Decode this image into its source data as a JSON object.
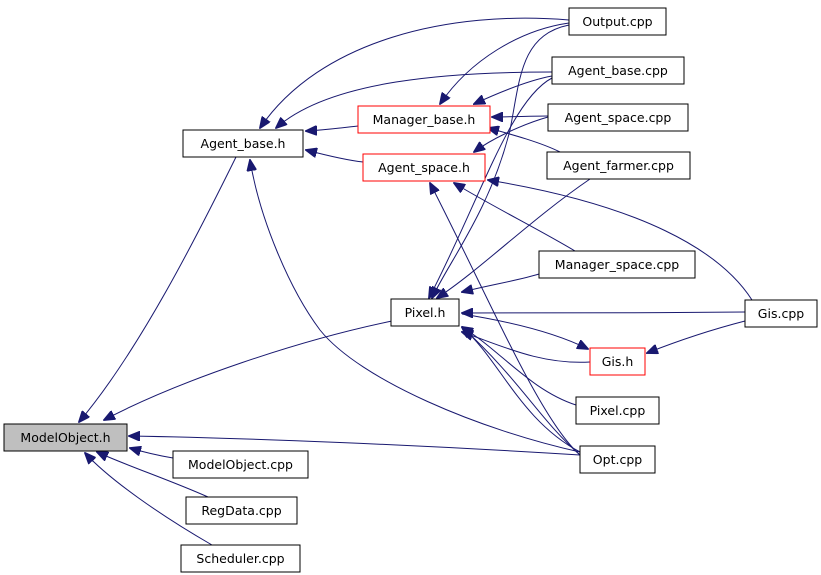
{
  "diagram": {
    "colors": {
      "edge": "#191970",
      "node_border": "#000000",
      "node_border_partial": "#ff0000",
      "node_fill_root": "#bfbfbf",
      "node_fill": "#ffffff"
    },
    "nodes": [
      {
        "id": "modelobject_h",
        "label": "ModelObject.h",
        "style": "root"
      },
      {
        "id": "agent_base_h",
        "label": "Agent_base.h",
        "style": "normal"
      },
      {
        "id": "manager_base_h",
        "label": "Manager_base.h",
        "style": "partial"
      },
      {
        "id": "agent_space_h",
        "label": "Agent_space.h",
        "style": "partial"
      },
      {
        "id": "pixel_h",
        "label": "Pixel.h",
        "style": "normal"
      },
      {
        "id": "gis_h",
        "label": "Gis.h",
        "style": "partial"
      },
      {
        "id": "output_cpp",
        "label": "Output.cpp",
        "style": "normal"
      },
      {
        "id": "agent_base_cpp",
        "label": "Agent_base.cpp",
        "style": "normal"
      },
      {
        "id": "agent_space_cpp",
        "label": "Agent_space.cpp",
        "style": "normal"
      },
      {
        "id": "agent_farmer_cpp",
        "label": "Agent_farmer.cpp",
        "style": "normal"
      },
      {
        "id": "manager_space_cpp",
        "label": "Manager_space.cpp",
        "style": "normal"
      },
      {
        "id": "gis_cpp",
        "label": "Gis.cpp",
        "style": "normal"
      },
      {
        "id": "pixel_cpp",
        "label": "Pixel.cpp",
        "style": "normal"
      },
      {
        "id": "opt_cpp",
        "label": "Opt.cpp",
        "style": "normal"
      },
      {
        "id": "modelobject_cpp",
        "label": "ModelObject.cpp",
        "style": "normal"
      },
      {
        "id": "regdata_cpp",
        "label": "RegData.cpp",
        "style": "normal"
      },
      {
        "id": "scheduler_cpp",
        "label": "Scheduler.cpp",
        "style": "normal"
      }
    ],
    "edges": [
      {
        "from": "agent_base_h",
        "to": "modelobject_h"
      },
      {
        "from": "pixel_h",
        "to": "modelobject_h"
      },
      {
        "from": "opt_cpp",
        "to": "modelobject_h"
      },
      {
        "from": "modelobject_cpp",
        "to": "modelobject_h"
      },
      {
        "from": "regdata_cpp",
        "to": "modelobject_h"
      },
      {
        "from": "scheduler_cpp",
        "to": "modelobject_h"
      },
      {
        "from": "manager_base_h",
        "to": "agent_base_h"
      },
      {
        "from": "agent_space_h",
        "to": "agent_base_h"
      },
      {
        "from": "output_cpp",
        "to": "agent_base_h"
      },
      {
        "from": "agent_base_cpp",
        "to": "agent_base_h"
      },
      {
        "from": "opt_cpp",
        "to": "agent_base_h"
      },
      {
        "from": "output_cpp",
        "to": "manager_base_h"
      },
      {
        "from": "agent_base_cpp",
        "to": "manager_base_h"
      },
      {
        "from": "agent_space_cpp",
        "to": "manager_base_h"
      },
      {
        "from": "agent_farmer_cpp",
        "to": "manager_base_h"
      },
      {
        "from": "agent_space_cpp",
        "to": "agent_space_h"
      },
      {
        "from": "manager_space_cpp",
        "to": "agent_space_h"
      },
      {
        "from": "gis_cpp",
        "to": "agent_space_h"
      },
      {
        "from": "opt_cpp",
        "to": "agent_space_h"
      },
      {
        "from": "output_cpp",
        "to": "pixel_h"
      },
      {
        "from": "agent_base_cpp",
        "to": "pixel_h"
      },
      {
        "from": "agent_farmer_cpp",
        "to": "pixel_h"
      },
      {
        "from": "manager_space_cpp",
        "to": "pixel_h"
      },
      {
        "from": "gis_cpp",
        "to": "pixel_h"
      },
      {
        "from": "gis_h",
        "to": "pixel_h"
      },
      {
        "from": "pixel_cpp",
        "to": "pixel_h"
      },
      {
        "from": "opt_cpp",
        "to": "pixel_h"
      },
      {
        "from": "pixel_h",
        "to": "gis_h"
      },
      {
        "from": "gis_cpp",
        "to": "gis_h"
      },
      {
        "from": "opt_cpp",
        "to": "gis_h"
      }
    ]
  }
}
